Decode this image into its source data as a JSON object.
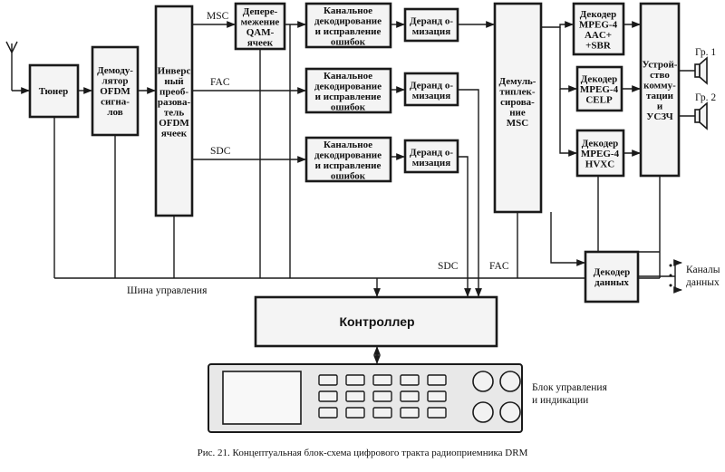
{
  "blocks": {
    "tuner": [
      "Тюнер"
    ],
    "demod": [
      "Демоду-",
      "лятор",
      "OFDM",
      "сигна-",
      "лов"
    ],
    "inverse": [
      "Инверс",
      "ный",
      "преоб-",
      "разова-",
      "тель",
      "OFDM",
      "ячеек"
    ],
    "deinterleave": [
      "Депере-",
      "межение",
      "QAM-",
      "ячеек"
    ],
    "chdec_msc": [
      "Канальное",
      "декодирование",
      "и исправление",
      "ошибок"
    ],
    "chdec_fac": [
      "Канальное",
      "декодирование",
      "и исправление",
      "ошибок"
    ],
    "chdec_sdc": [
      "Канальное",
      "декодирование",
      "и исправление",
      "ошибок"
    ],
    "derand_msc": [
      "Деранд о-",
      "мизация"
    ],
    "derand_fac": [
      "Деранд о-",
      "мизация"
    ],
    "derand_sdc": [
      "Деранд о-",
      "мизация"
    ],
    "demux": [
      "Демуль-",
      "типлек-",
      "сирова-",
      "ние",
      "MSC"
    ],
    "dec_aac": [
      "Декодер",
      "MPEG-4",
      "AAC+",
      "+SBR"
    ],
    "dec_celp": [
      "Декодер",
      "MPEG-4",
      "CELP"
    ],
    "dec_hvxc": [
      "Декодер",
      "MPEG-4",
      "HVXC"
    ],
    "switch": [
      "Устрой-",
      "ство",
      "комму-",
      "тации",
      "и",
      "УСЗЧ"
    ],
    "dec_data": [
      "Декодер",
      "данных"
    ],
    "controller": "Контроллер"
  },
  "labels": {
    "msc": "MSC",
    "fac": "FAC",
    "sdc": "SDC",
    "sdc_bottom": "SDC",
    "fac_bottom": "FAC",
    "bus": "Шина управления",
    "gr1": "Гр. 1",
    "gr2": "Гр. 2",
    "channels": [
      "Каналы",
      "данных"
    ],
    "panel": [
      "Блок управления",
      "и индикации"
    ]
  },
  "caption": "Рис. 21. Концептуальная блок-схема цифрового тракта радиоприемника DRM",
  "icons": {
    "antenna": "antenna-icon",
    "speaker": "speaker-icon"
  }
}
